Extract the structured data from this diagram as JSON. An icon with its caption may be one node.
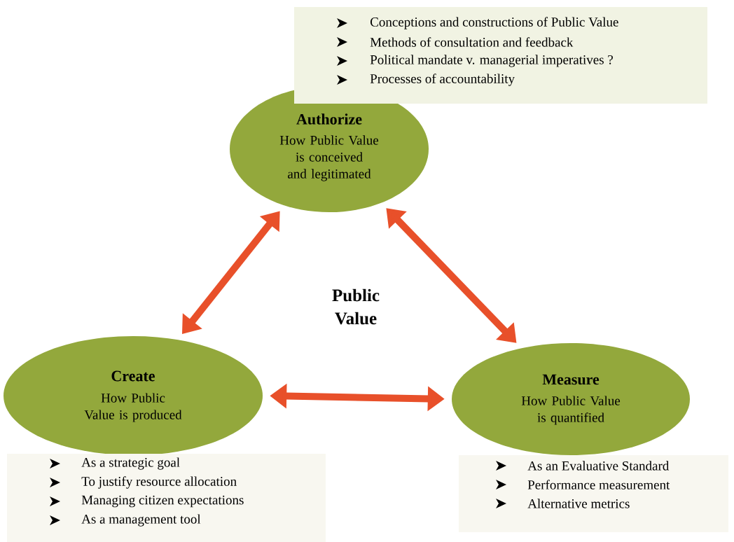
{
  "diagram": {
    "nodes": [
      {
        "text": [
          "Conceptions and constructions of Public Value",
          "Methods of consultation and feedback",
          "Political mandate v. managerial imperatives ?",
          "Processes of accountability"
        ]
      },
      {
        "text": [
          "Authorize",
          "How Public Value is conceived and legitimated"
        ]
      },
      {
        "text": [
          "Create",
          "How Public Value is produced"
        ]
      },
      {
        "text": [
          "Measure",
          "How Public Value is quantified"
        ]
      },
      {
        "text": [
          "As a strategic goal",
          "To justify resource allocation",
          "Managing citizen expectations",
          "As a management tool"
        ]
      },
      {
        "text": [
          "As an Evaluative Standard",
          "Performance measurement",
          "Alternative metrics"
        ]
      }
    ],
    "edges": [
      {
        "from": 1,
        "to": 2,
        "arrow": "both"
      },
      {
        "from": 1,
        "to": 3,
        "arrow": "both"
      },
      {
        "from": 2,
        "to": 3,
        "arrow": "both"
      }
    ],
    "labels": [
      "Public Value"
    ]
  }
}
